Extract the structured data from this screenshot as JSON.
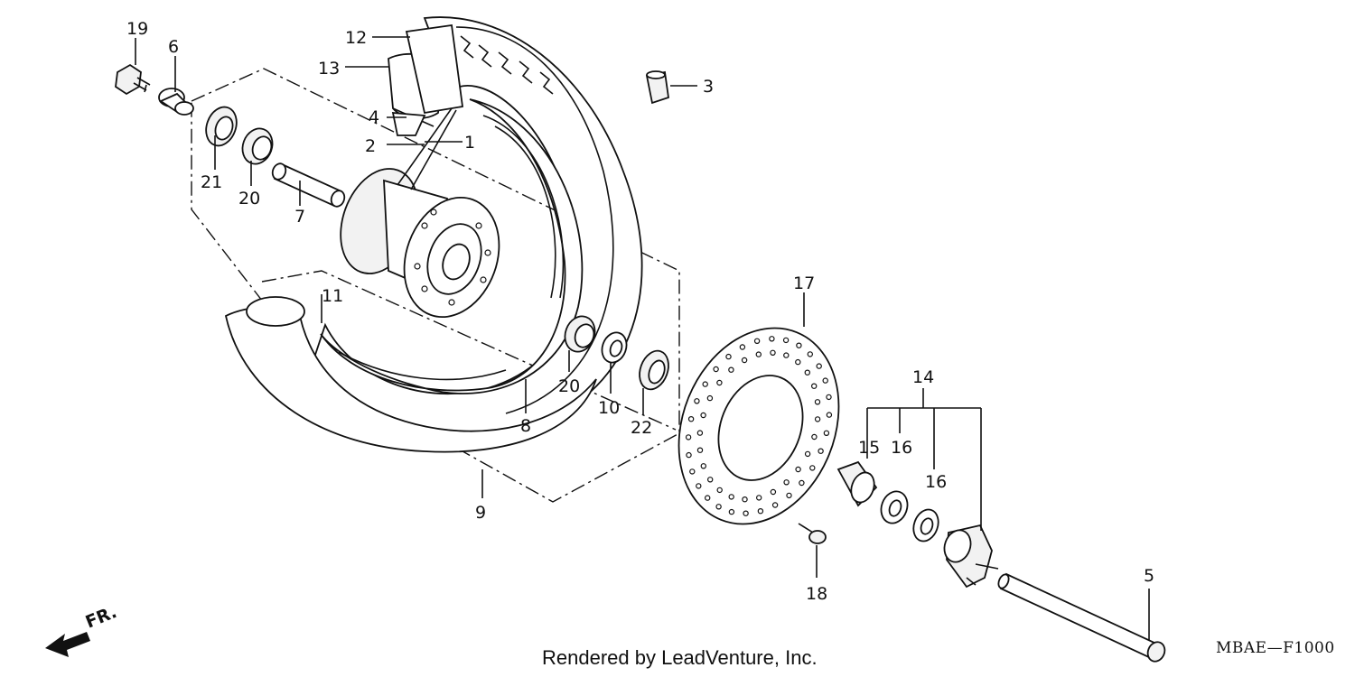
{
  "callouts": [
    "1",
    "2",
    "3",
    "4",
    "5",
    "6",
    "7",
    "8",
    "9",
    "10",
    "11",
    "12",
    "13",
    "14",
    "15",
    "16",
    "17",
    "18",
    "19",
    "20",
    "21",
    "22"
  ],
  "labels": {
    "n1": "1",
    "n2": "2",
    "n3": "3",
    "n4": "4",
    "n5": "5",
    "n6": "6",
    "n7": "7",
    "n8": "8",
    "n9": "9",
    "n10": "10",
    "n11": "11",
    "n12": "12",
    "n13": "13",
    "n14": "14",
    "n15": "15",
    "n16a": "16",
    "n16b": "16",
    "n17": "17",
    "n18": "18",
    "n19": "19",
    "n20a": "20",
    "n20b": "20",
    "n21": "21",
    "n22": "22"
  },
  "direction_label": "FR.",
  "credit": "Rendered by LeadVenture, Inc.",
  "diagram_code": "MBAE—F1000"
}
